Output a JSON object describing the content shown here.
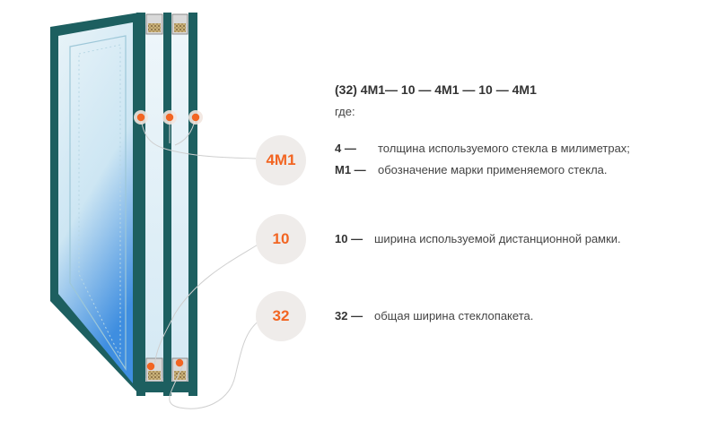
{
  "formula": "(32) 4М1— 10 — 4М1 — 10 — 4М1",
  "where_label": "где:",
  "badges": {
    "glass": "4М1",
    "spacer": "10",
    "total": "32"
  },
  "legend": [
    {
      "term": "4 —",
      "description": "толщина используемого стекла в милиметрах;"
    },
    {
      "term": "М1 —",
      "description": "обозначение марки применяемого стекла."
    },
    {
      "term": "10 —",
      "description": "ширина используемой дистанционной рамки."
    },
    {
      "term": "32 —",
      "description": "общая ширина стеклопакета."
    }
  ],
  "colors": {
    "accent": "#f26522",
    "badge_bg": "#efecea",
    "frame": "#1d5f60",
    "glass": "#cfe6f2",
    "glass_edge": "#3a93d8"
  }
}
